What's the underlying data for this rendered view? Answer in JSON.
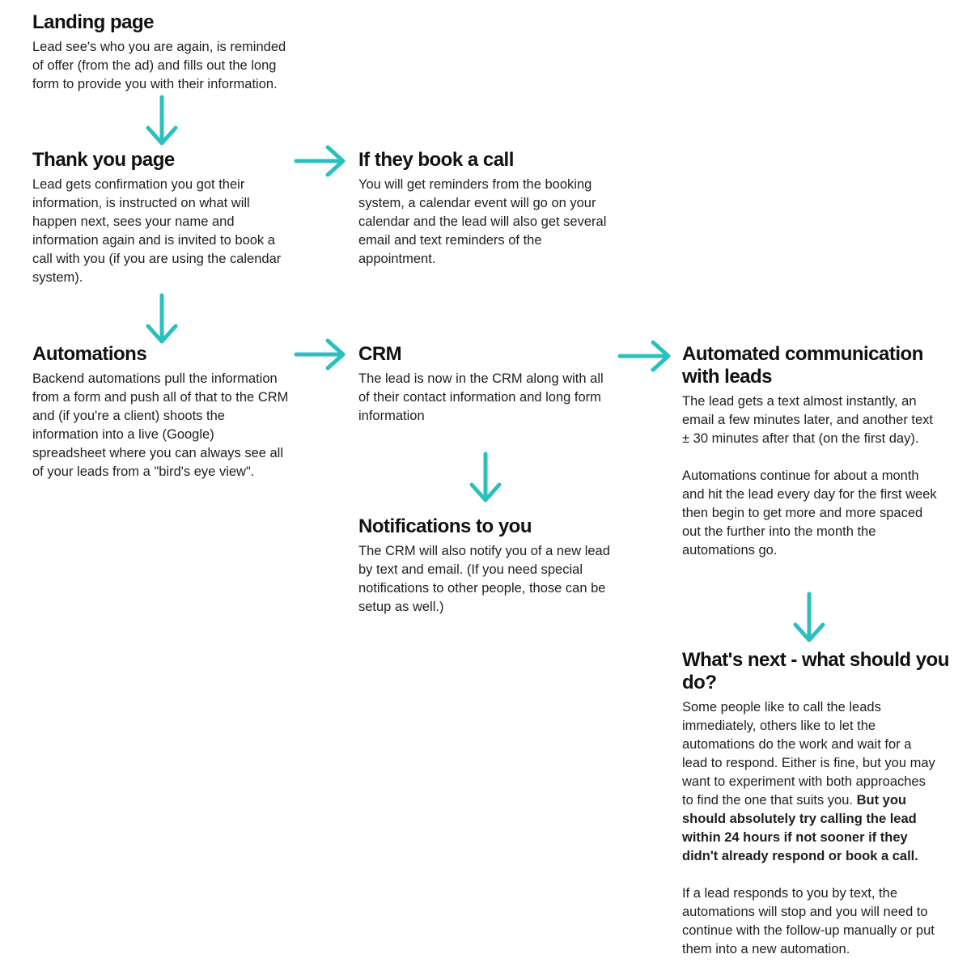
{
  "page": {
    "background": "#ffffff",
    "accent_color": "#2CBFC0",
    "heading_color": "#111111",
    "body_color": "#1f1f1f"
  },
  "blocks": {
    "landing": {
      "title": "Landing page",
      "body": "Lead see's who you are again, is reminded of offer (from the ad) and fills out the long form to provide you with their information."
    },
    "thankyou": {
      "title": "Thank you page",
      "body": "Lead gets confirmation you got their information, is instructed on what will happen next, sees your name and information again and is invited to book a call with you (if you are using the calendar system)."
    },
    "book_call": {
      "title": "If they book a call",
      "body": "You will get reminders from the booking system, a calendar event will go on your calendar and the lead will also get several email and text reminders of the appointment."
    },
    "automations": {
      "title": "Automations",
      "body": "Backend automations pull the information from a form and push all of that to the CRM and (if you're a client) shoots the information into a live (Google) spreadsheet where you can always see all of your leads from a \"bird's eye view\"."
    },
    "crm": {
      "title": "CRM",
      "body": "The lead is now in the CRM along with all of their contact information and long form information"
    },
    "notifications": {
      "title": "Notifications to you",
      "body": "The CRM will also notify you of a new lead by text and email. (If you need special notifications to other people, those can be setup as well.)"
    },
    "automated_comm": {
      "title": "Automated communication with leads",
      "body_p1": "The lead gets a text almost instantly, an email a few minutes later, and another text ± 30 minutes after that (on the first day).",
      "body_p2": "Automations continue for about a month and hit the lead every day for the first week then begin to get more and more spaced out the further into the month the automations go."
    },
    "whats_next": {
      "title": "What's next - what should you do?",
      "body_p1_regular": "Some people like to call the leads immediately, others like to let the automations do the work and wait for a lead to respond. Either is fine, but you may want to experiment with both approaches to find the one that suits you.",
      "body_p1_bold": "But you should absolutely try calling the lead within 24 hours if not sooner if they didn't already respond or book a call.",
      "body_p2": "If a lead responds to you by text, the automations will stop and you will need to continue with the follow-up manually or put them into a new automation."
    }
  },
  "arrows": [
    {
      "from": "landing",
      "to": "thankyou",
      "direction": "down"
    },
    {
      "from": "thankyou",
      "to": "book_call",
      "direction": "right"
    },
    {
      "from": "thankyou",
      "to": "automations",
      "direction": "down"
    },
    {
      "from": "automations",
      "to": "crm",
      "direction": "right"
    },
    {
      "from": "crm",
      "to": "automated_comm",
      "direction": "right"
    },
    {
      "from": "crm",
      "to": "notifications",
      "direction": "down"
    },
    {
      "from": "automated_comm",
      "to": "whats_next",
      "direction": "down"
    }
  ]
}
